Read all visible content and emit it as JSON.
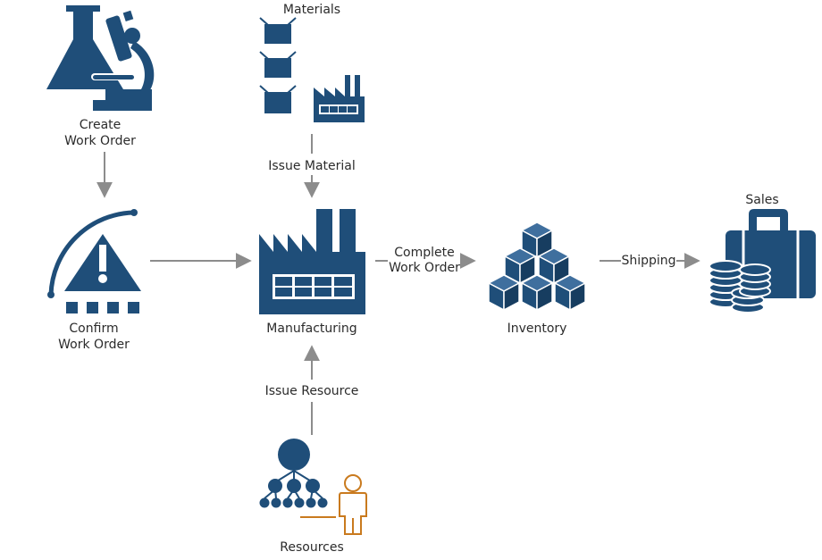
{
  "colors": {
    "primary": "#1f4e79",
    "arrow": "#8c8c8c",
    "person": "#c97a1e",
    "box_light": "#3f6f9e"
  },
  "nodes": {
    "create": {
      "line1": "Create",
      "line2": "Work Order",
      "icon": "lab-microscope-icon"
    },
    "confirm": {
      "line1": "Confirm",
      "line2": "Work Order",
      "icon": "gauge-warning-icon"
    },
    "materials": {
      "label": "Materials",
      "icon": "material-boxes-icon"
    },
    "manufacturing": {
      "label": "Manufacturing",
      "icon": "factory-icon"
    },
    "inventory": {
      "label": "Inventory",
      "icon": "stacked-cubes-icon"
    },
    "sales": {
      "label": "Sales",
      "icon": "cash-bag-icon"
    },
    "resources": {
      "label": "Resources",
      "icon": "org-people-icon"
    }
  },
  "edges": {
    "issue_material": "Issue Material",
    "issue_resource": "Issue Resource",
    "complete": {
      "line1": "Complete",
      "line2": "Work Order"
    },
    "shipping": "Shipping"
  }
}
